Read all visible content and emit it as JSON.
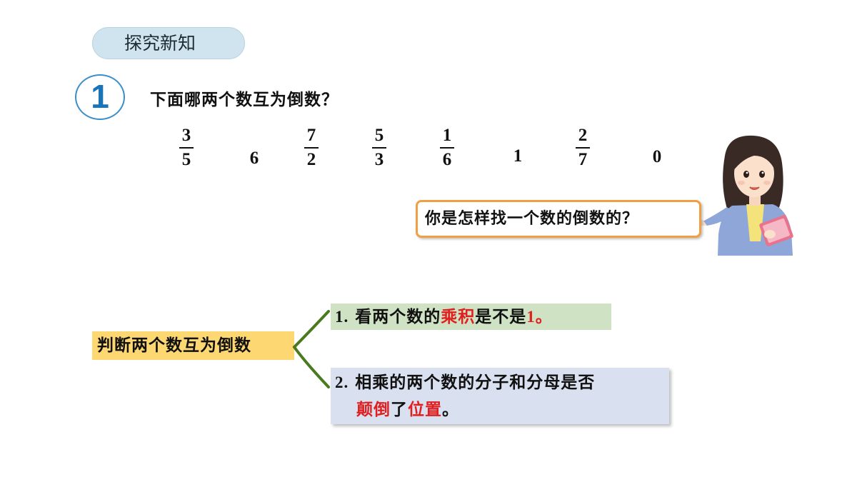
{
  "section_tag": "探究新知",
  "problem_number": "1",
  "question": "下面哪两个数互为倒数？",
  "numbers": [
    {
      "type": "fraction",
      "numerator": "3",
      "denominator": "5"
    },
    {
      "type": "whole",
      "value": "6"
    },
    {
      "type": "fraction",
      "numerator": "7",
      "denominator": "2"
    },
    {
      "type": "fraction",
      "numerator": "5",
      "denominator": "3"
    },
    {
      "type": "fraction",
      "numerator": "1",
      "denominator": "6"
    },
    {
      "type": "whole",
      "value": "1"
    },
    {
      "type": "fraction",
      "numerator": "2",
      "denominator": "7"
    },
    {
      "type": "whole",
      "value": "0"
    }
  ],
  "speech_bubble": "你是怎样找一个数的倒数的？",
  "judge_label": "判断两个数互为倒数",
  "method1": {
    "prefix": "1.",
    "text_a": " 看两个数的",
    "highlight": "乘积",
    "text_b": "是不是",
    "highlight2": "1。"
  },
  "method2": {
    "prefix": "2.",
    "text_a": " 相乘的两个数的分子和分母是否",
    "highlight": "颠倒",
    "text_b": "了",
    "highlight2": "位置",
    "text_c": "。"
  },
  "colors": {
    "tag_bg": "#cfe4ee",
    "circle": "#1b73b8",
    "bubble_border": "#f0a044",
    "judge_bg": "#fcd772",
    "box1_bg": "#cfe2c3",
    "box2_bg": "#d9e0ef",
    "highlight": "#e02020",
    "brace": "#4a7a1e"
  }
}
